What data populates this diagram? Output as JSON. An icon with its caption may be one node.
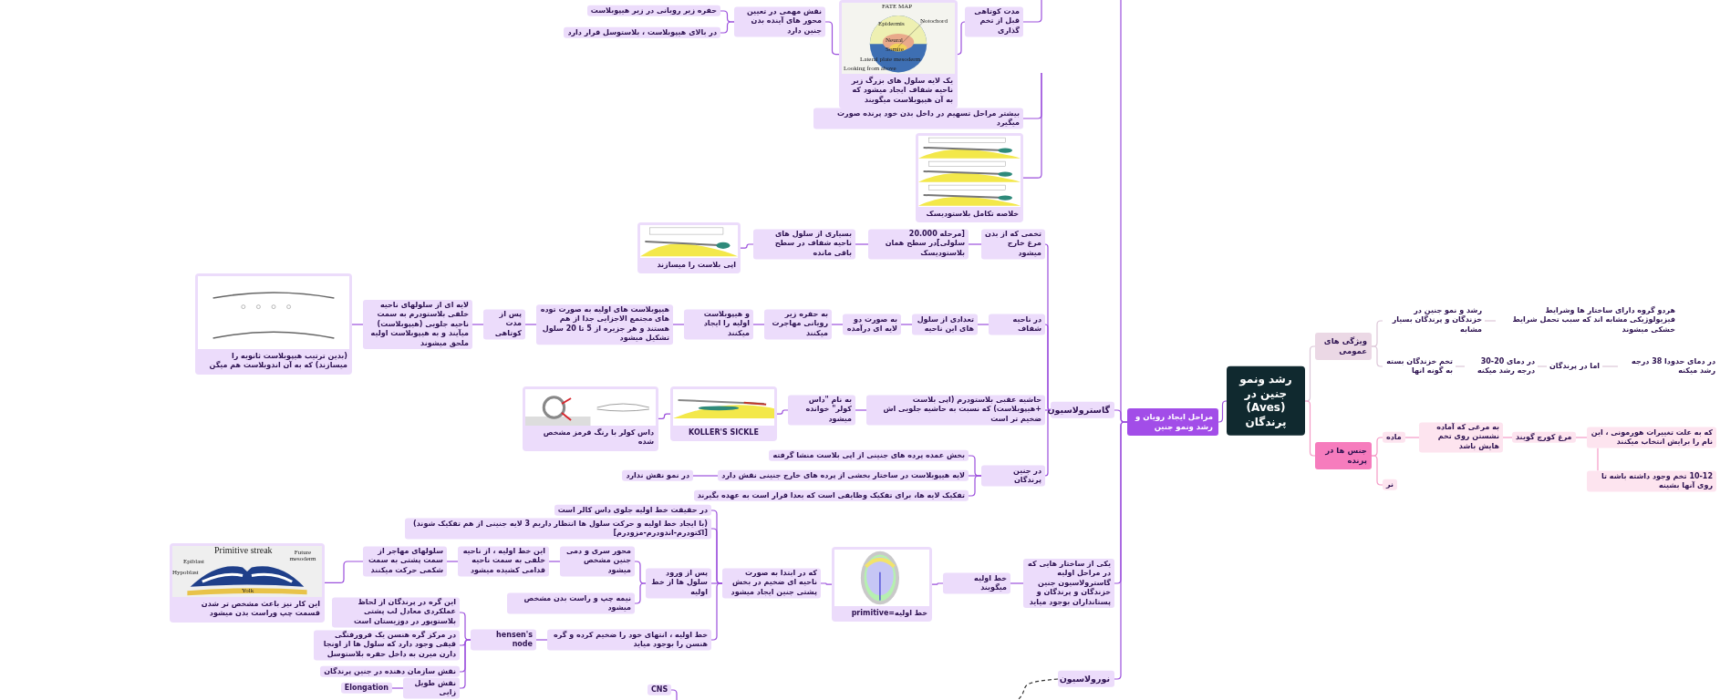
{
  "diagram": {
    "nodes": [
      {
        "text": [
          "رشد ونمو جنین در (Aves) پرندگان"
        ]
      },
      {
        "text": [
          "ویژگی های عمومی"
        ]
      },
      {
        "text": [
          "رشد و نمو جنین در خزندگان و پرندگان بسیار مشابه"
        ]
      },
      {
        "text": [
          "هردو گروه دارای ساختار ها وشرایط فیزیولوژیکی مشابه اند که سبب تحمل شرایط خشکی میشوند"
        ]
      },
      {
        "text": [
          "تخم خزندگان بسته به گونه انها"
        ]
      },
      {
        "text": [
          "در دمای 20-30 درجه رشد میکنه"
        ]
      },
      {
        "text": [
          "اما در پرندگان"
        ]
      },
      {
        "text": [
          "در دمای حدودا 38 درجه رشد میکنه"
        ]
      },
      {
        "text": [
          "جنس ها در پرنده"
        ]
      },
      {
        "text": [
          "ماده"
        ]
      },
      {
        "text": [
          "به مرغی که آماده نشستن روی تخم هایش باشد"
        ]
      },
      {
        "text": [
          "مرغ کورچ گویند"
        ]
      },
      {
        "text": [
          "که به علت تغییرات هورمونی ، این نام را برایش انتخاب میکنند"
        ]
      },
      {
        "text": [
          "10-12 تخم وجود داشته باشه تا روی آنها بشینه"
        ]
      },
      {
        "text": [
          "نر"
        ]
      },
      {
        "text": [
          "مراحل ایجاد رویان و رشد ونمو جنین"
        ]
      },
      {
        "text": [
          "مدت کوتاهی قبل از تخم گذاری"
        ]
      },
      {
        "text": [
          "یک لایه سلول های بزرگ زیر ناحیه شفاف ایجاد میشود که به آن هیپوبلاست میگویند"
        ]
      },
      {
        "text": [
          "نقش مهمی در تعیین محور های آینده بدن جنین دارد"
        ]
      },
      {
        "text": [
          "حفره زیر رویانی در زیر هیپوبلاست"
        ]
      },
      {
        "text": [
          "در بالای هیپوبلاست ، بلاستوسل قرار دارد"
        ]
      },
      {
        "text": [
          "بیشتر مراحل تسهیم در داخل بدن خود پرنده صورت میگیرد"
        ]
      },
      {
        "text": [
          "خلاصه تکامل بلاستودیسک"
        ]
      },
      {
        "text": [
          "گاسترولاسیون"
        ]
      },
      {
        "text": [
          "تخمی که از بدن مرغ خارج میشود"
        ]
      },
      {
        "text": [
          "[مرحله 20.000 سلولی]در سطح همان بلاستودیسک"
        ]
      },
      {
        "text": [
          "بسیاری از سلول های ناحیه شفاف در سطح باقی مانده"
        ]
      },
      {
        "text": [
          "اپی بلاست را میسازند"
        ]
      },
      {
        "text": [
          "در ناحیه شفاف"
        ]
      },
      {
        "text": [
          "تعدادی از سلول های این ناحیه"
        ]
      },
      {
        "text": [
          "به صورت دو لایه ای درآمده"
        ]
      },
      {
        "text": [
          "به حفره زیر رویانی مهاجرت میکنند"
        ]
      },
      {
        "text": [
          "و هیپوبلاست اولیه را ایجاد میکنند"
        ]
      },
      {
        "text": [
          "هیپوبلاست های اولیه به صورت توده های مجتمع الاجزایی جدا از هم هستند و هر جزیره از 5 تا 20 سلول تشکیل میشود"
        ]
      },
      {
        "text": [
          "پس از مدت کوتاهی"
        ]
      },
      {
        "text": [
          "لایه ای از سلولهای ناحیه خلفی بلاستودرم به سمت ناحیه جلویی (هیپوبلاست) میآیند و به هیپوبلاست اولیه ملحق میشوند"
        ]
      },
      {
        "text": [
          "(بدین ترتیب هیپوبلاست ثانویه را میسازند) که به آن اندوبلاست هم میگن"
        ]
      },
      {
        "text": [
          "حاشیه عقبی بلاستودرم (اپی بلاست +هیپوبلاست) که نسبت به حاشیه جلویی اش ضخیم تر است"
        ]
      },
      {
        "text": [
          "به نام \"داس کولر\" خوانده میشود"
        ]
      },
      {
        "text": [
          "KOLLER'S SICKLE"
        ]
      },
      {
        "text": [
          "داس کولر با رنگ قرمز مشخص شده"
        ]
      },
      {
        "text": [
          "در جنین پرندگان"
        ]
      },
      {
        "text": [
          "بخش عمده پرده های جنینی از اپی بلاست منشا گرفته"
        ]
      },
      {
        "text": [
          "لایه هیپوبلاست در ساختار بخشی از پرده های خارج جنینی نقش دارد"
        ]
      },
      {
        "text": [
          "در نمو نقش ندارد"
        ]
      },
      {
        "text": [
          "تفکیک لایه ها، برای تفکیک وظایفی است که بعدا قرار است به عهده بگیرند"
        ]
      },
      {
        "text": [
          "یکی از ساختار هایی که در مراحل اولیه گاسترولاسیون جنین خزندگان و پرندگان و پستانداران بوجود میاید"
        ]
      },
      {
        "text": [
          "خط اولیه میگویند"
        ]
      },
      {
        "text": [
          "خط اولیه=primitive"
        ]
      },
      {
        "text": [
          "که در ابتدا به صورت ناحیه ای ضخیم در بخش پشتی جنین ایجاد میشود"
        ]
      },
      {
        "text": [
          "در حقیقت خط اولیه جلوی داس کالر است"
        ]
      },
      {
        "text": [
          "(با ایجاد خط اولیه و حرکت سلول ها انتظار داریم 3 لایه جنینی از هم تفکیک شوند)[اکتودرم-اندودرم-مزودرم]"
        ]
      },
      {
        "text": [
          "پس از ورود سلول ها از خط اولیه"
        ]
      },
      {
        "text": [
          "محور سری و دمی جنین مشخص میشود"
        ]
      },
      {
        "text": [
          "این خط اولیه ، از ناحیه خلفی به سمت ناحیه قدامی کشیده میشود"
        ]
      },
      {
        "text": [
          "سلولهای مهاجر از سمت پشتی به سمت شکمی حرکت میکنند"
        ]
      },
      {
        "text": [
          "این کار نیز باعث مشخص تر شدن قسمت چپ وراست بدن میشود"
        ]
      },
      {
        "text": [
          "نیمه چپ و راست بدن مشخص میشود"
        ]
      },
      {
        "text": [
          "خط اولیه ، انتهای خود را ضخیم کرده و گره هنسن را بوجود میاید"
        ]
      },
      {
        "text": [
          "hensen's node"
        ]
      },
      {
        "text": [
          "این گره در پرندگان از لحاظ عملکردی معادل لب پشتی بلاستوپور در دوزیستان است"
        ]
      },
      {
        "text": [
          "در مرکز گره هنسن یک فرورفتگی قیفی وجود دارد که سلول ها از اونجا دارن میرن به داخل حفره بلاستوسل"
        ]
      },
      {
        "text": [
          "نقش سازمان دهنده در جنین پرندگان"
        ]
      },
      {
        "text": [
          "نقش طویل زایی"
        ]
      },
      {
        "text": [
          "Elongation"
        ]
      },
      {
        "text": [
          "نورولاسیون"
        ]
      },
      {
        "text": [
          "CNS"
        ]
      }
    ],
    "edges": [
      {
        "from": 0,
        "to": 1,
        "arrow": "none",
        "color": "#dcc6d8"
      },
      {
        "from": 1,
        "to": 2,
        "arrow": "none",
        "color": "#dcc6d8"
      },
      {
        "from": 2,
        "to": 3,
        "arrow": "none",
        "color": "#dcc6d8"
      },
      {
        "from": 1,
        "to": 4,
        "arrow": "none",
        "color": "#dcc6d8"
      },
      {
        "from": 4,
        "to": 5,
        "arrow": "none",
        "color": "#dcc6d8"
      },
      {
        "from": 5,
        "to": 6,
        "arrow": "none",
        "color": "#dcc6d8"
      },
      {
        "from": 6,
        "to": 7,
        "arrow": "none",
        "color": "#dcc6d8"
      },
      {
        "from": 0,
        "to": 8,
        "arrow": "none",
        "color": "#f59ac6"
      },
      {
        "from": 8,
        "to": 9,
        "arrow": "none",
        "color": "#f59ac6"
      },
      {
        "from": 9,
        "to": 10,
        "arrow": "none",
        "color": "#f59ac6"
      },
      {
        "from": 10,
        "to": 11,
        "arrow": "none",
        "color": "#f59ac6"
      },
      {
        "from": 11,
        "to": 12,
        "arrow": "none",
        "color": "#f59ac6"
      },
      {
        "from": 12,
        "to": 13,
        "arrow": "none",
        "color": "#f59ac6"
      },
      {
        "from": 8,
        "to": 14,
        "arrow": "none",
        "color": "#f59ac6"
      },
      {
        "from": 0,
        "to": 15,
        "arrow": "none"
      },
      {
        "from": 15,
        "to": null,
        "arrow": "none"
      },
      {
        "from": null,
        "to": 16,
        "arrow": "none"
      },
      {
        "from": 16,
        "to": 17,
        "arrow": "none"
      },
      {
        "from": 17,
        "to": 18,
        "arrow": "none"
      },
      {
        "from": 18,
        "to": 19,
        "arrow": "none"
      },
      {
        "from": 18,
        "to": 20,
        "arrow": "none"
      },
      {
        "from": null,
        "to": 21,
        "arrow": "none"
      },
      {
        "from": null,
        "to": 22,
        "arrow": "none"
      },
      {
        "from": 15,
        "to": 23,
        "arrow": "none"
      },
      {
        "from": 23,
        "to": 24,
        "arrow": "none"
      },
      {
        "from": 24,
        "to": 25,
        "arrow": "none"
      },
      {
        "from": 25,
        "to": 26,
        "arrow": "none"
      },
      {
        "from": 26,
        "to": 27,
        "arrow": "none"
      },
      {
        "from": 23,
        "to": 28,
        "arrow": "none"
      },
      {
        "from": 28,
        "to": 29,
        "arrow": "none"
      },
      {
        "from": 29,
        "to": 30,
        "arrow": "none"
      },
      {
        "from": 30,
        "to": 31,
        "arrow": "none"
      },
      {
        "from": 31,
        "to": 32,
        "arrow": "none"
      },
      {
        "from": 32,
        "to": 33,
        "arrow": "none"
      },
      {
        "from": 33,
        "to": 34,
        "arrow": "none"
      },
      {
        "from": 34,
        "to": 35,
        "arrow": "none"
      },
      {
        "from": 35,
        "to": 36,
        "arrow": "none"
      },
      {
        "from": 23,
        "to": 37,
        "arrow": "none"
      },
      {
        "from": 37,
        "to": 38,
        "arrow": "none"
      },
      {
        "from": 38,
        "to": 39,
        "arrow": "none"
      },
      {
        "from": 39,
        "to": 40,
        "arrow": "none"
      },
      {
        "from": 23,
        "to": 41,
        "arrow": "none"
      },
      {
        "from": 41,
        "to": 42,
        "arrow": "none"
      },
      {
        "from": 41,
        "to": 43,
        "arrow": "none"
      },
      {
        "from": 43,
        "to": 44,
        "arrow": "none"
      },
      {
        "from": 41,
        "to": 45,
        "arrow": "none"
      },
      {
        "from": 15,
        "to": 46,
        "arrow": "none"
      },
      {
        "from": 46,
        "to": 47,
        "arrow": "none"
      },
      {
        "from": 47,
        "to": 48,
        "arrow": "none"
      },
      {
        "from": 48,
        "to": 49,
        "arrow": "none"
      },
      {
        "from": 49,
        "to": 50,
        "arrow": "none"
      },
      {
        "from": 49,
        "to": 51,
        "arrow": "none"
      },
      {
        "from": 49,
        "to": 52,
        "arrow": "none"
      },
      {
        "from": 52,
        "to": 53,
        "arrow": "none"
      },
      {
        "from": 53,
        "to": 54,
        "arrow": "none"
      },
      {
        "from": 54,
        "to": 55,
        "arrow": "none"
      },
      {
        "from": 55,
        "to": 56,
        "arrow": "none"
      },
      {
        "from": 52,
        "to": 57,
        "arrow": "none"
      },
      {
        "from": 49,
        "to": 58,
        "arrow": "none"
      },
      {
        "from": 58,
        "to": 59,
        "arrow": "none"
      },
      {
        "from": 59,
        "to": 60,
        "arrow": "none"
      },
      {
        "from": 59,
        "to": 61,
        "arrow": "none"
      },
      {
        "from": 59,
        "to": 62,
        "arrow": "none"
      },
      {
        "from": 59,
        "to": 63,
        "arrow": "none"
      },
      {
        "from": 63,
        "to": 64,
        "arrow": "none"
      },
      {
        "from": 15,
        "to": 65,
        "arrow": "none"
      },
      {
        "from": 65,
        "to": null,
        "arrow": "none",
        "style": "dashed",
        "color": "#333333"
      },
      {
        "from": null,
        "to": 66,
        "arrow": "none"
      }
    ],
    "labels": [
      "FATE MAP",
      "Epidermis",
      "Notochord",
      "Neural",
      "Somite",
      "Lateral plate mesoderm",
      "Looking from above",
      "Primitive streak",
      "Epiblast",
      "Hypoblast",
      "Future mesoderm",
      "Yolk"
    ]
  }
}
